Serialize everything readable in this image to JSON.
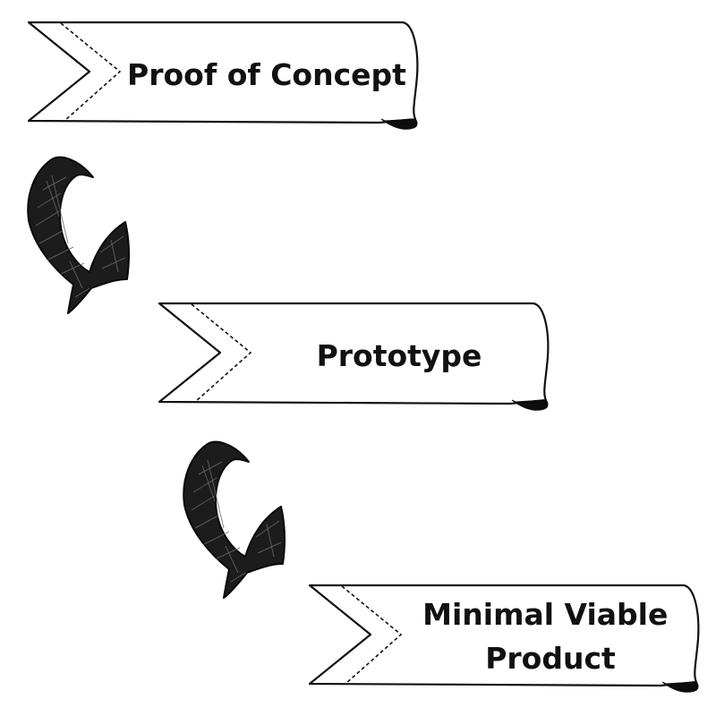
{
  "stages": [
    {
      "label_lines": [
        "Proof of Concept"
      ]
    },
    {
      "label_lines": [
        "Prototype"
      ]
    },
    {
      "label_lines": [
        "Minimal Viable",
        "Product"
      ]
    }
  ],
  "colors": {
    "ink": "#111111",
    "paper": "#ffffff"
  }
}
